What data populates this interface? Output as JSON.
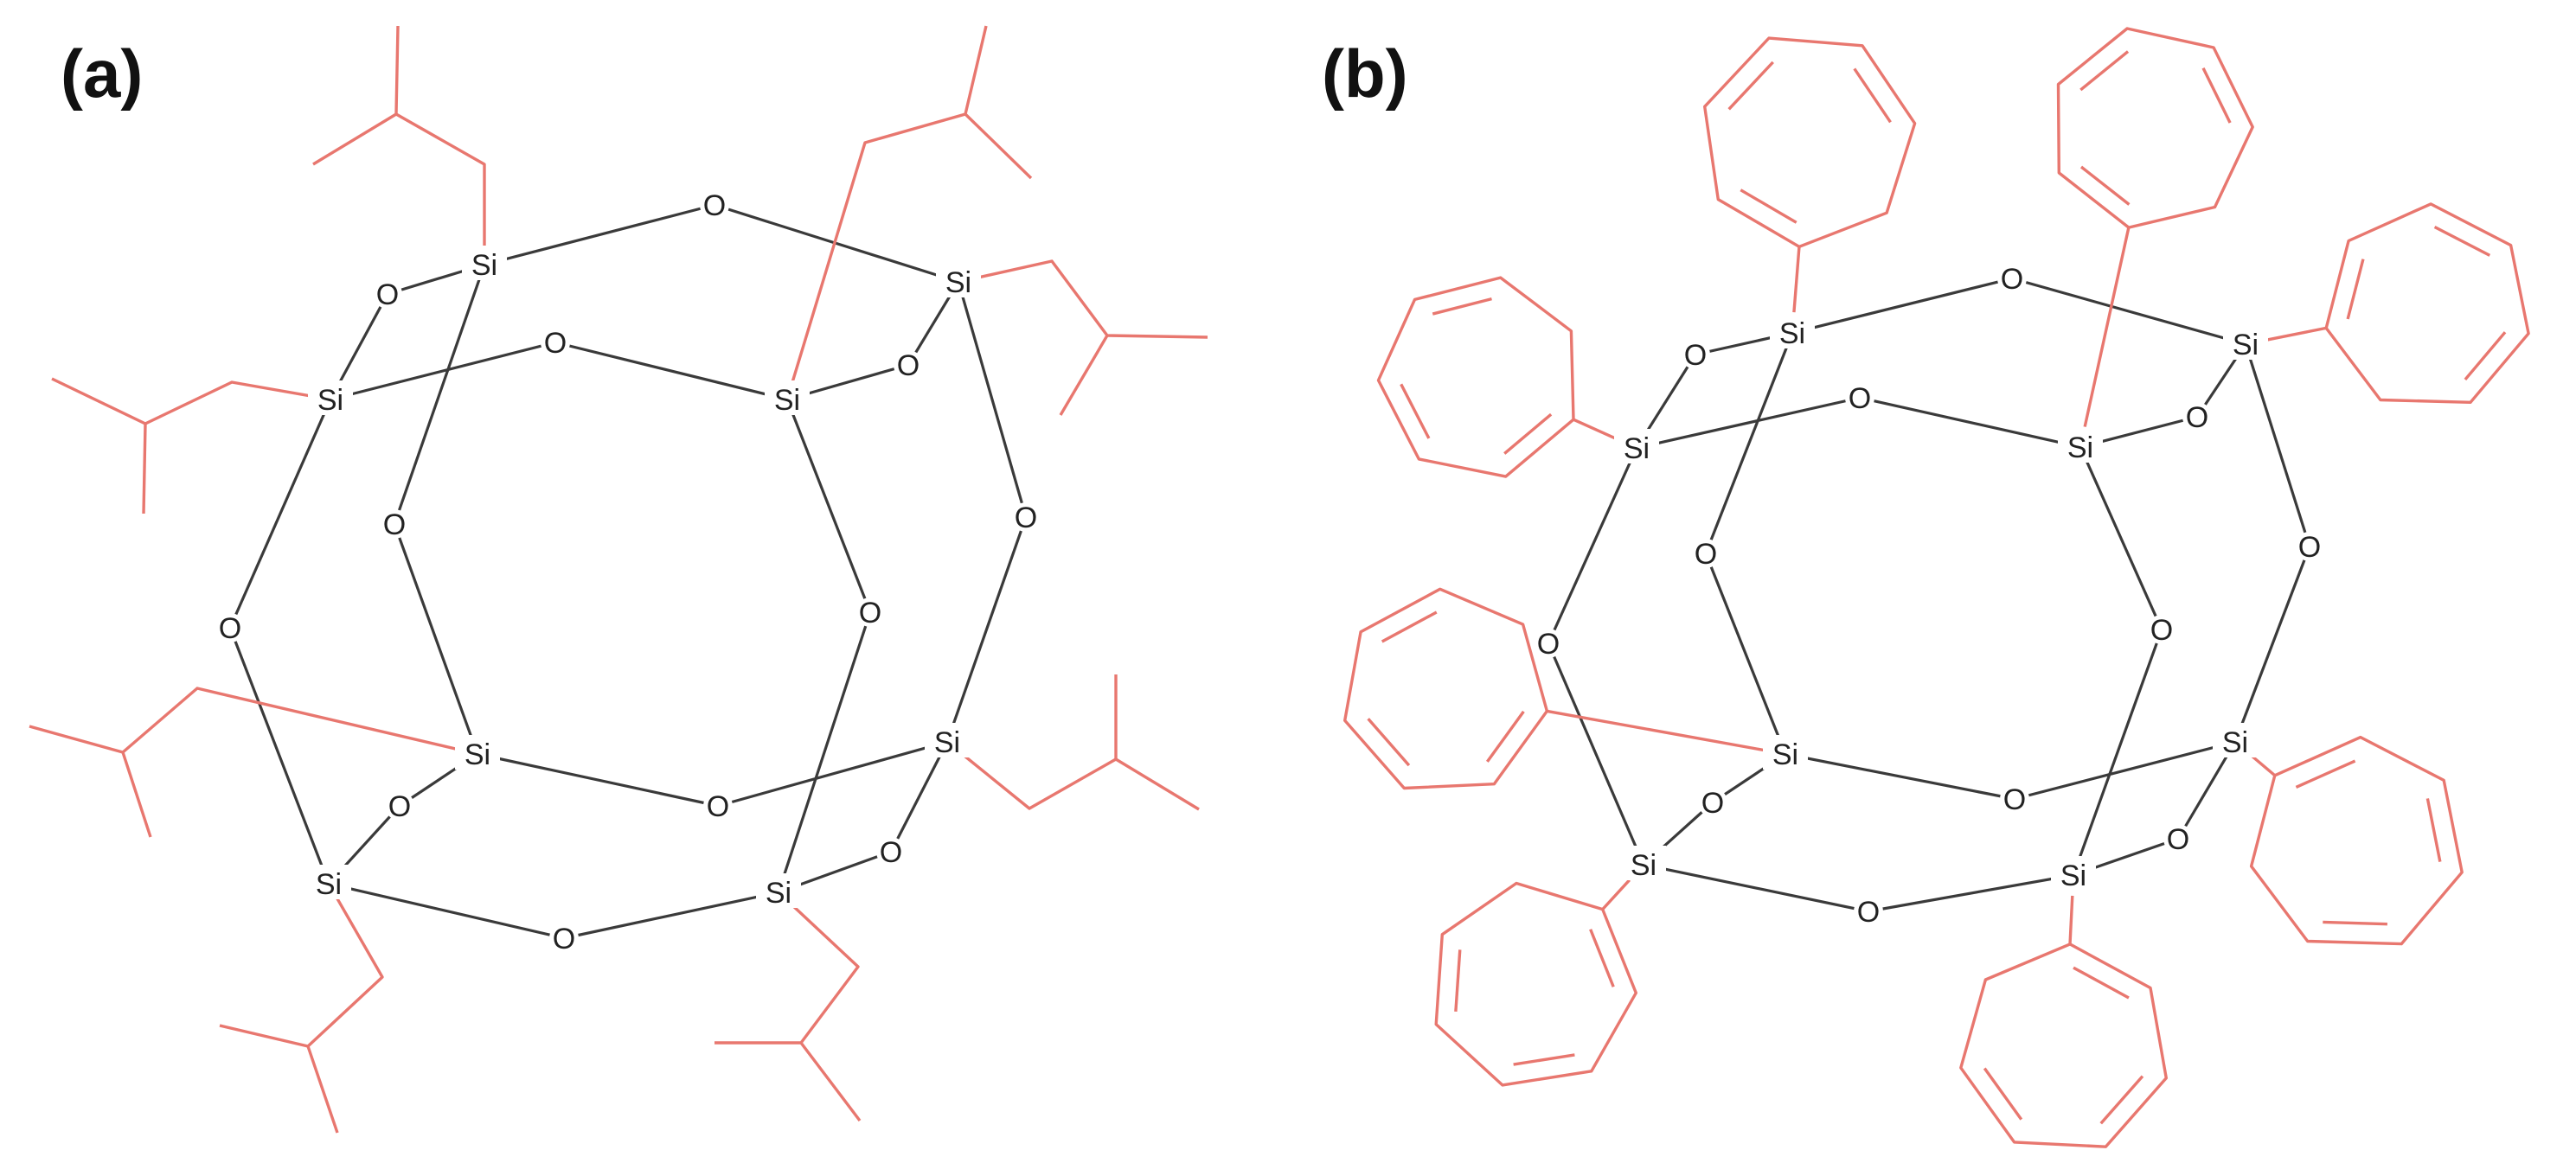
{
  "panels": [
    {
      "id": "a",
      "label": "(a)",
      "substituent": "isobutyl"
    },
    {
      "id": "b",
      "label": "(b)",
      "substituent": "cycloheptatrienyl ring"
    }
  ],
  "atoms": {
    "silicon": "Si",
    "oxygen": "O"
  },
  "colors": {
    "core_bond": "#3a3a3a",
    "substituent": "#e8776f",
    "atom_text": "#222222",
    "background": "#ffffff"
  }
}
